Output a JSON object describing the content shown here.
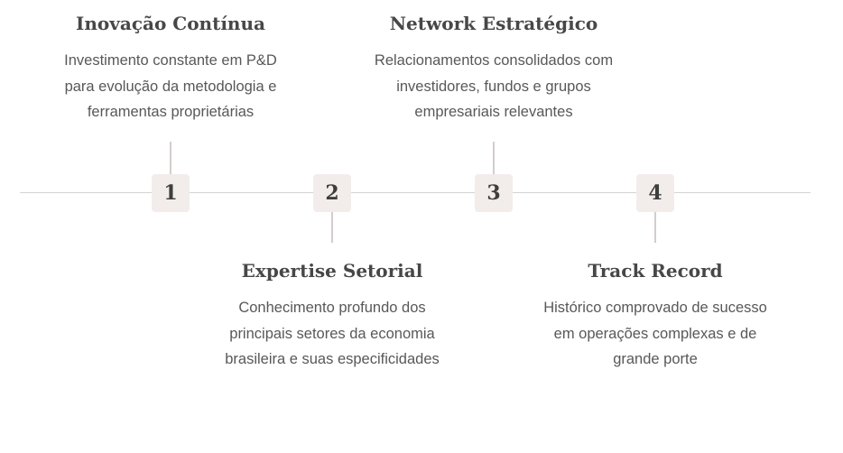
{
  "timeline": {
    "colors": {
      "line": "#d5d3d3",
      "connector": "#d3cdcc",
      "box_background": "#f2edeb",
      "number_text": "#3e3e3e",
      "title_text": "#474747",
      "body_text": "#585858"
    },
    "items": [
      {
        "number": "1",
        "position": "above",
        "title": "Inovação Contínua",
        "description": "Investimento constante em P&D para evolução da metodologia e ferramentas proprietárias",
        "lines": [
          "Investimento constante em P&D",
          "para evolução da metodologia e",
          "ferramentas proprietárias"
        ]
      },
      {
        "number": "2",
        "position": "below",
        "title": "Expertise Setorial",
        "description": "Conhecimento profundo dos principais setores da economia brasileira e suas especificidades",
        "lines": [
          "Conhecimento profundo dos",
          "principais setores da economia",
          "brasileira e suas especificidades"
        ]
      },
      {
        "number": "3",
        "position": "above",
        "title": "Network Estratégico",
        "description": "Relacionamentos consolidados com investidores, fundos e grupos empresariais relevantes",
        "lines": [
          "Relacionamentos consolidados com",
          "investidores, fundos e grupos",
          "empresariais relevantes"
        ]
      },
      {
        "number": "4",
        "position": "below",
        "title": "Track Record",
        "description": "Histórico comprovado de sucesso em operações complexas e de grande porte",
        "lines": [
          "Histórico comprovado de sucesso",
          "em operações complexas e de",
          "grande porte"
        ]
      }
    ]
  }
}
